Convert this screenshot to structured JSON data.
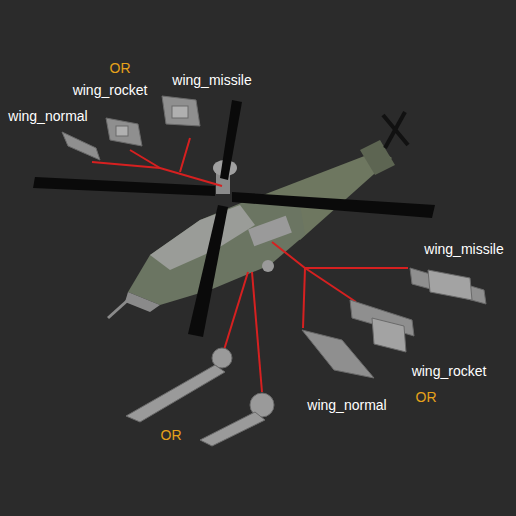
{
  "diagram": {
    "labels": [
      "OR",
      "wing_rocket",
      "wing_missile",
      "wing_normal",
      "wing_missile",
      "wing_rocket",
      "OR",
      "wing_normal",
      "OR"
    ]
  }
}
